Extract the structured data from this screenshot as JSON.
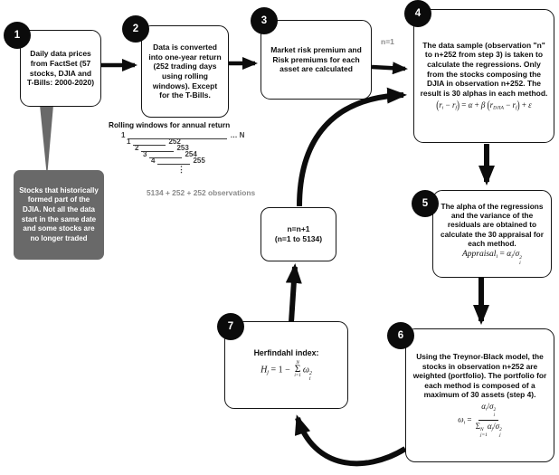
{
  "colors": {
    "arrow": "#0c0c0c",
    "note_bg": "#696969",
    "muted": "#8a8a8a",
    "row": "#3a3a3a"
  },
  "labels": {
    "n_equals_1": "n=1"
  },
  "steps": {
    "step1": {
      "badge": "1",
      "text": "Daily data prices from FactSet (57 stocks, DJIA and T-Bills: 2000-2020)"
    },
    "step2": {
      "badge": "2",
      "text": "Data is converted into one-year return (252 trading days using rolling windows). Except for the T-Bills."
    },
    "step3": {
      "badge": "3",
      "text": "Market risk premium and Risk premiums for each asset are calculated"
    },
    "step4": {
      "badge": "4",
      "text": "The data sample (observation \"n\" to n+252 from step 3) is taken to calculate the regressions. Only from the stocks composing the DJIA in observation n+252. The result is 30 alphas in each method."
    },
    "step5": {
      "badge": "5",
      "text": "The alpha of the regressions and the variance of the residuals are obtained to calculate the 30 appraisal for each method."
    },
    "step6": {
      "badge": "6",
      "text": "Using the Treynor-Black model, the stocks in observation n+252 are weighted (portfolio). The portfolio for each method is composed of a maximum of 30 assets (step 4)."
    },
    "step7": {
      "badge": "7",
      "title": "Herfindahl index:"
    },
    "loop": {
      "line1": "n=n+1",
      "line2": "(n=1 to 5134)"
    },
    "note": {
      "text": "Stocks that historically formed part of the DJIA. Not all the data start in the same date and some stocks are no longer traded"
    }
  },
  "rolling": {
    "title": "Rolling windows for annual return",
    "rows": [
      {
        "start": "1",
        "end": "… N"
      },
      {
        "start": "1",
        "end": "252"
      },
      {
        "start": "2",
        "end": "253"
      },
      {
        "start": "3",
        "end": "254"
      },
      {
        "start": "4",
        "end": "255"
      }
    ],
    "dots": "⋮",
    "observations": "5134 + 252 + 252 observations"
  },
  "formulas": {
    "f4": [
      {
        "k": "big",
        "t": "("
      },
      {
        "k": "i",
        "t": "r"
      },
      {
        "k": "sub",
        "t": "i"
      },
      {
        "k": "n",
        "t": " − "
      },
      {
        "k": "i",
        "t": "r"
      },
      {
        "k": "sub",
        "t": "f"
      },
      {
        "k": "big",
        "t": ")"
      },
      {
        "k": "n",
        "t": " = "
      },
      {
        "k": "i",
        "t": "α"
      },
      {
        "k": "n",
        "t": " + "
      },
      {
        "k": "i",
        "t": "β"
      },
      {
        "k": "n",
        "t": " "
      },
      {
        "k": "big",
        "t": "("
      },
      {
        "k": "i",
        "t": "r"
      },
      {
        "k": "sub",
        "t": "DJIA"
      },
      {
        "k": "n",
        "t": " − "
      },
      {
        "k": "i",
        "t": "r"
      },
      {
        "k": "sub",
        "t": "f"
      },
      {
        "k": "big",
        "t": ")"
      },
      {
        "k": "n",
        "t": " + "
      },
      {
        "k": "i",
        "t": "ε"
      }
    ],
    "f5": [
      {
        "k": "i",
        "t": "Appraisal"
      },
      {
        "k": "sub",
        "t": "i"
      },
      {
        "k": "n",
        "t": " = "
      },
      {
        "k": "i",
        "t": "α"
      },
      {
        "k": "sub",
        "t": "i"
      },
      {
        "k": "n",
        "t": "/"
      },
      {
        "k": "i",
        "t": "σ"
      },
      {
        "k": "ss",
        "sup": "2",
        "sub": "i"
      }
    ],
    "f6": [
      {
        "k": "i",
        "t": "ω"
      },
      {
        "k": "sub",
        "t": "i"
      },
      {
        "k": "n",
        "t": " = "
      },
      {
        "k": "frac",
        "num": [
          {
            "k": "i",
            "t": "α"
          },
          {
            "k": "sub",
            "t": "i"
          },
          {
            "k": "n",
            "t": "/"
          },
          {
            "k": "i",
            "t": "σ"
          },
          {
            "k": "ss",
            "sup": "2",
            "sub": "i"
          }
        ],
        "den": [
          {
            "k": "n",
            "t": "Σ"
          },
          {
            "k": "ss",
            "sup": "N",
            "sub": "j=1"
          },
          {
            "k": "i",
            "t": "α"
          },
          {
            "k": "sub",
            "t": "j"
          },
          {
            "k": "n",
            "t": "/"
          },
          {
            "k": "i",
            "t": "σ"
          },
          {
            "k": "ss",
            "sup": "2",
            "sub": "j"
          }
        ]
      }
    ],
    "f7": [
      {
        "k": "i",
        "t": "H"
      },
      {
        "k": "sub",
        "t": "j"
      },
      {
        "k": "n",
        "t": " = 1 − "
      },
      {
        "k": "sumlim",
        "top": "N",
        "sym": "Σ",
        "bot": "i=1"
      },
      {
        "k": "i",
        "t": "ω"
      },
      {
        "k": "ss",
        "sup": "2",
        "sub": "i"
      }
    ]
  }
}
